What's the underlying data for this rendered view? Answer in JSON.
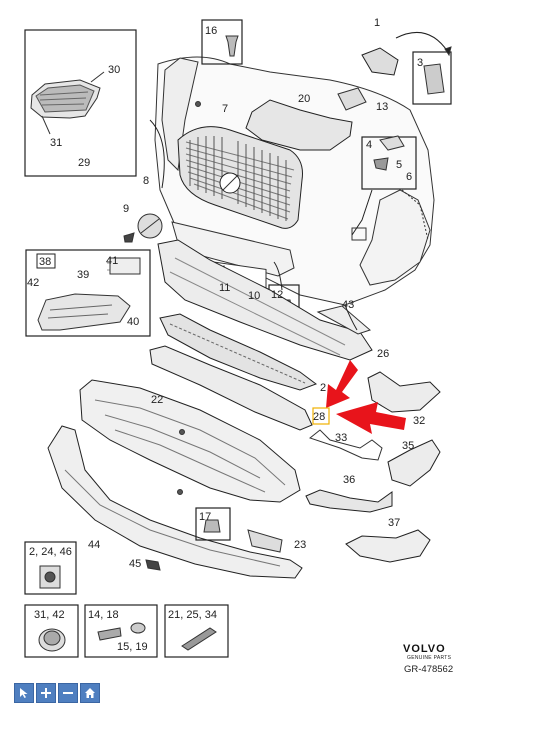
{
  "diagram": {
    "labels": {
      "p1": "1",
      "p2": "2",
      "p3": "3",
      "p4": "4",
      "p5": "5",
      "p6": "6",
      "p7": "7",
      "p8": "8",
      "p9": "9",
      "p10": "10",
      "p11": "11",
      "p12": "12",
      "p13": "13",
      "p16": "16",
      "p17": "17",
      "p20": "20",
      "p22": "22",
      "p23": "23",
      "p26": "26",
      "p28": "28",
      "p29": "29",
      "p30": "30",
      "p31": "31",
      "p32": "32",
      "p33": "33",
      "p35": "35",
      "p36": "36",
      "p37": "37",
      "p38": "38",
      "p39": "39",
      "p40": "40",
      "p41": "41",
      "p42": "42",
      "p43": "43",
      "p44": "44",
      "p45": "45",
      "box_2_24_46": "2, 24, 46",
      "box_31_42": "31, 42",
      "box_14_18": "14, 18",
      "box_15_19": "15, 19",
      "box_21_25_34": "21, 25, 34"
    },
    "highlight_color": "#e8141b",
    "highlight_box_color": "#f0b000"
  },
  "footer": {
    "brand": "VOLVO",
    "brand_sub": "GENUINE PARTS",
    "document_number": "GR-478562"
  },
  "toolbar": {
    "buttons": [
      {
        "icon": "cursor-icon"
      },
      {
        "icon": "zoom-in-icon"
      },
      {
        "icon": "zoom-out-icon"
      },
      {
        "icon": "home-icon"
      }
    ]
  }
}
